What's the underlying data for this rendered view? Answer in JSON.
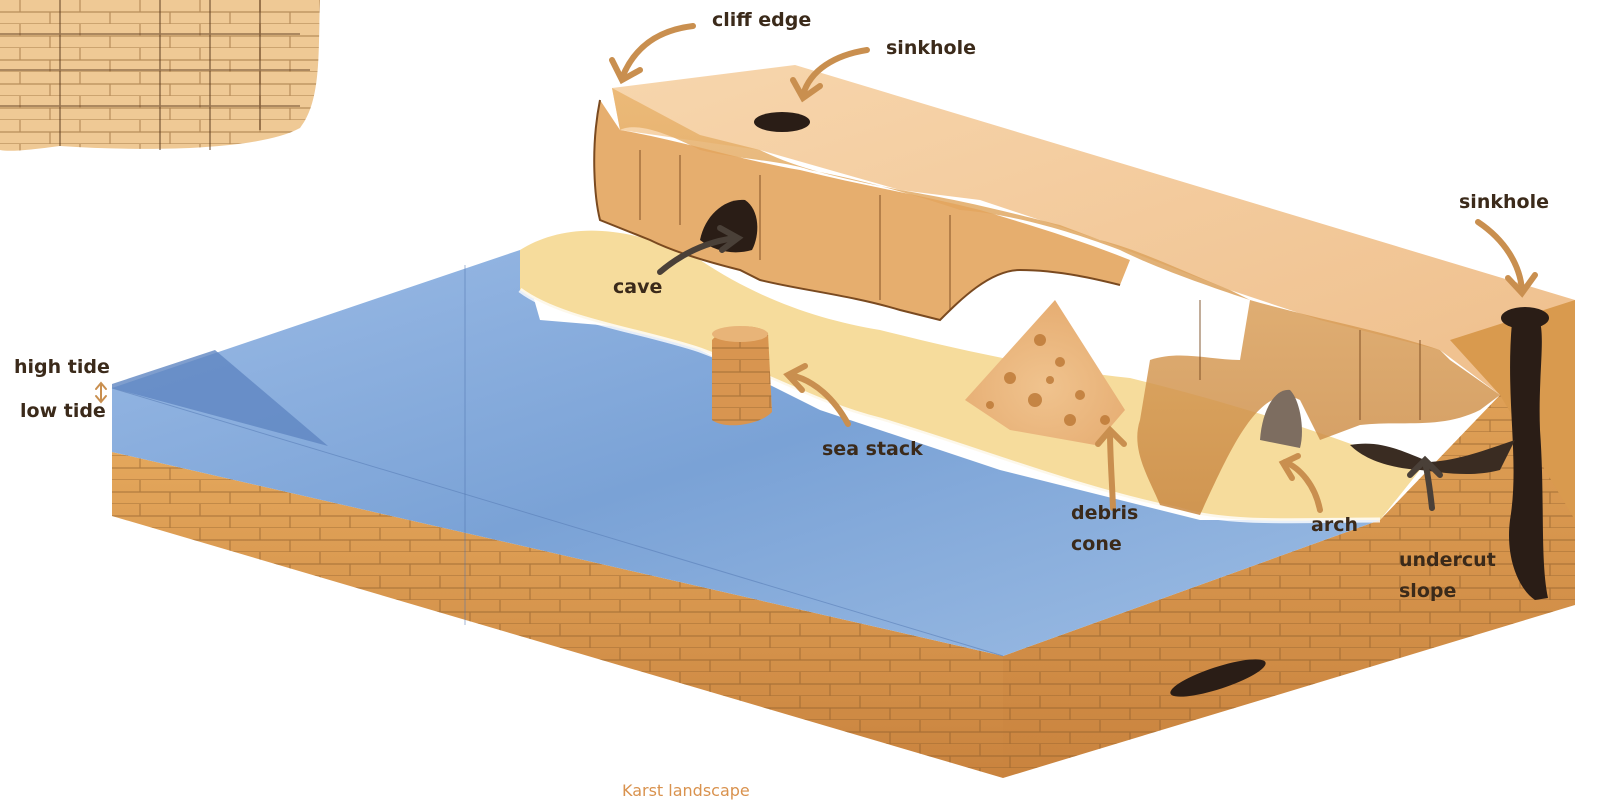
{
  "labels": {
    "cliff_edge": "cliff edge",
    "sinkhole_top": "sinkhole",
    "sinkhole_right": "sinkhole",
    "cave": "cave",
    "high_tide": "high tide",
    "low_tide": "low tide",
    "sea_stack": "sea stack",
    "debris_cone_line1": "debris",
    "debris_cone_line2": "cone",
    "arch": "arch",
    "undercut_line1": "undercut",
    "undercut_line2": "slope"
  },
  "caption": "Karst landscape",
  "colors": {
    "sea": "#7ea6d8",
    "sand": "#f4d79a",
    "rock": "#d99a4e",
    "plateau": "#f3c996",
    "arrow_tan": "#c98f4f",
    "arrow_dark": "#4a4038",
    "label_text": "#3b2a1a",
    "caption_text": "#d9924e"
  }
}
